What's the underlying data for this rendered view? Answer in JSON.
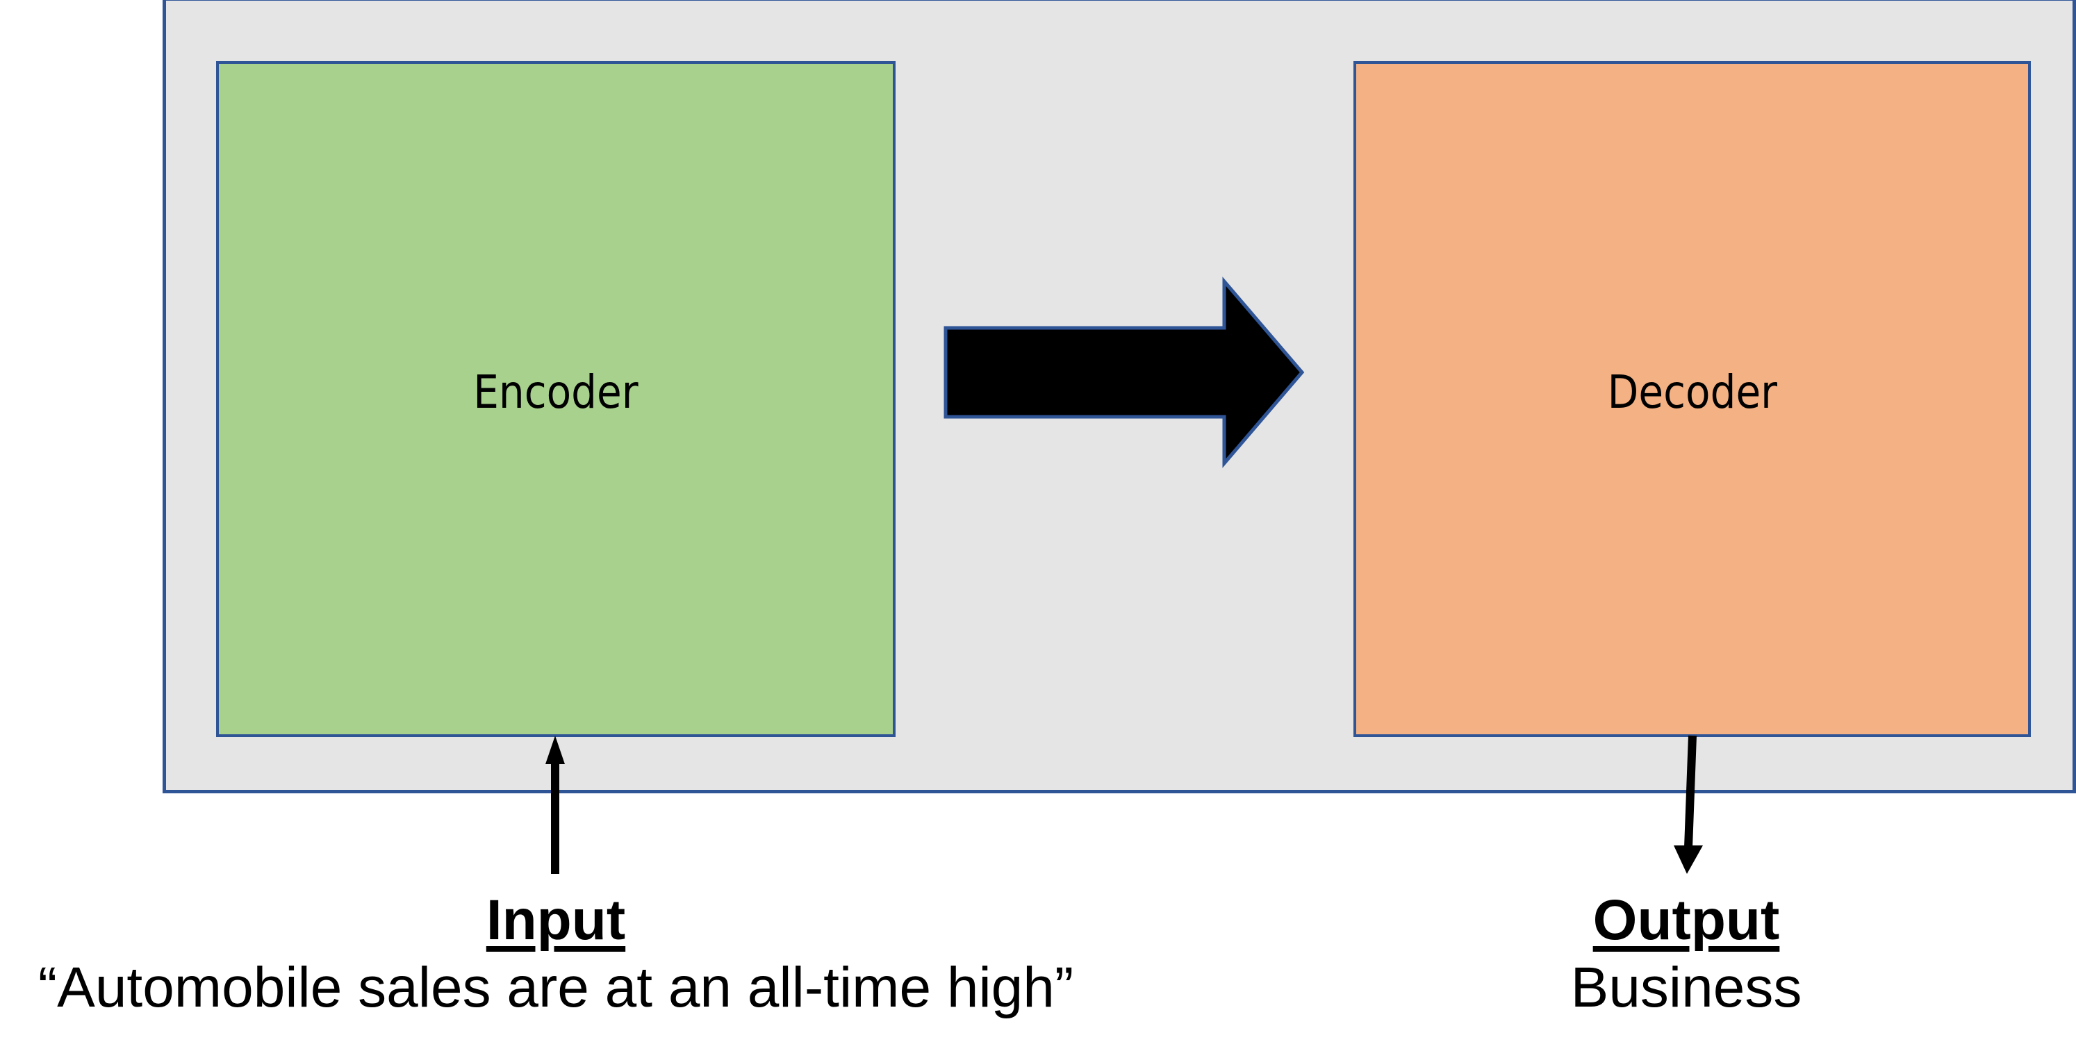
{
  "diagram": {
    "encoder": {
      "label": "Encoder",
      "color": "#A9D18E"
    },
    "decoder": {
      "label": "Decoder",
      "color": "#F4B183"
    },
    "container": {
      "fill": "#E5E5E5",
      "border": "#2F5597"
    },
    "flow_arrow": {
      "direction": "encoder-to-decoder",
      "fill": "#000000"
    },
    "input": {
      "title": "Input",
      "value": "“Automobile sales are at an all-time high”"
    },
    "output": {
      "title": "Output",
      "value": "Business"
    }
  }
}
